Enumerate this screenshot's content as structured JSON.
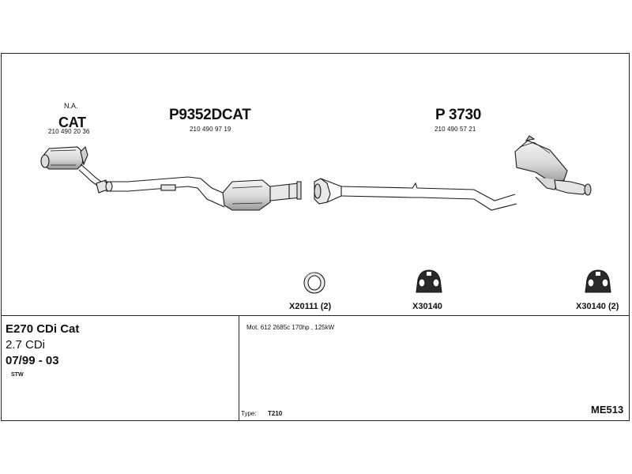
{
  "parts": {
    "cat_top_label": "N.A.",
    "cat_name": "CAT",
    "cat_number": "210 490 20 36",
    "middle_name": "P9352DCAT",
    "middle_number": "210 490 97 19",
    "rear_name": "P 3730",
    "rear_number": "210 490 57 21"
  },
  "accessories": [
    {
      "icon": "ring-gasket-icon",
      "label": "X20111 (2)"
    },
    {
      "icon": "rubber-hanger-icon",
      "label": "X30140"
    },
    {
      "icon": "rubber-hanger-icon",
      "label": "X30140 (2)"
    }
  ],
  "vehicle": {
    "model": "E270 CDi Cat",
    "engine": "2.7 CDi",
    "years": "07/99 - 03",
    "body": "STW"
  },
  "details": {
    "motor": "Mot. 612 2685c 170hp , 125kW",
    "type_label": "Type:",
    "type_value": "T210",
    "reference": "ME513"
  },
  "colors": {
    "line": "#1a1a1a",
    "part_fill": "#ececec",
    "part_shade": "#bdbdbd"
  }
}
